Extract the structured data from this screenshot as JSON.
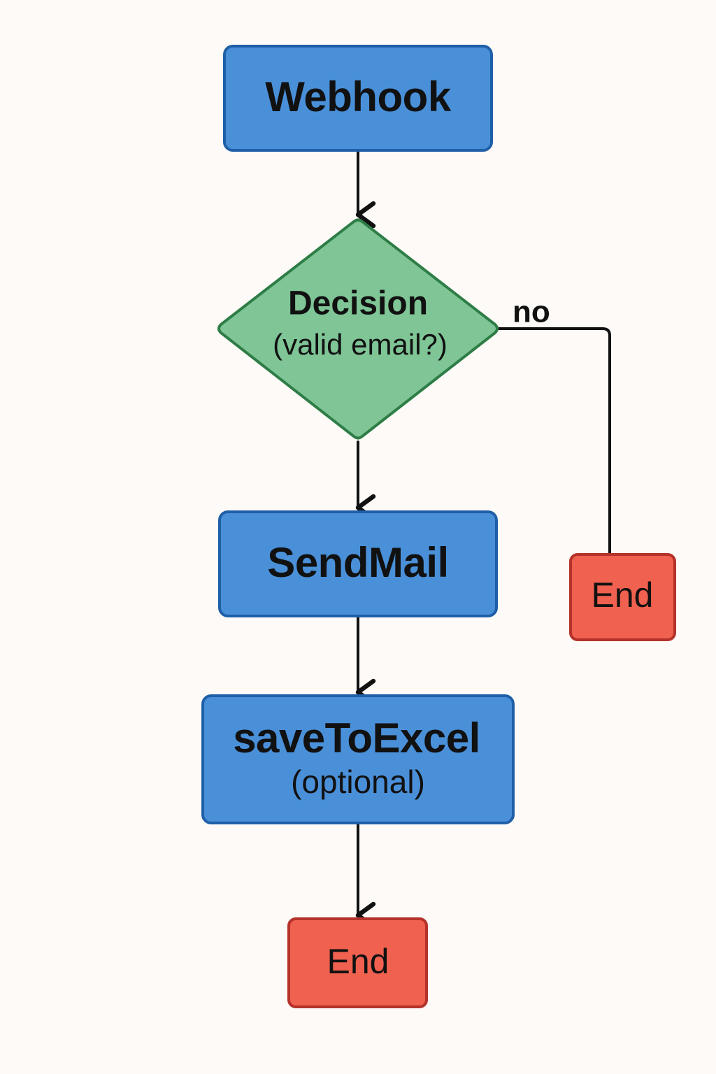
{
  "colors": {
    "process_fill": "#4a90d9",
    "process_stroke": "#1f5fa8",
    "decision_fill": "#7fc596",
    "decision_stroke": "#2e7d46",
    "end_fill": "#f0614f",
    "end_stroke": "#b5322a",
    "connector": "#111111",
    "background": "#fdfaf7"
  },
  "nodes": {
    "webhook": {
      "label": "Webhook"
    },
    "decision": {
      "label": "Decision",
      "sublabel": "(valid email?)"
    },
    "send_mail": {
      "label": "SendMail"
    },
    "save_to_excel": {
      "label": "saveToExcel",
      "sublabel": "(optional)"
    },
    "end_no": {
      "label": "End"
    },
    "end_main": {
      "label": "End"
    }
  },
  "edges": {
    "decision_no": {
      "label": "no"
    }
  }
}
